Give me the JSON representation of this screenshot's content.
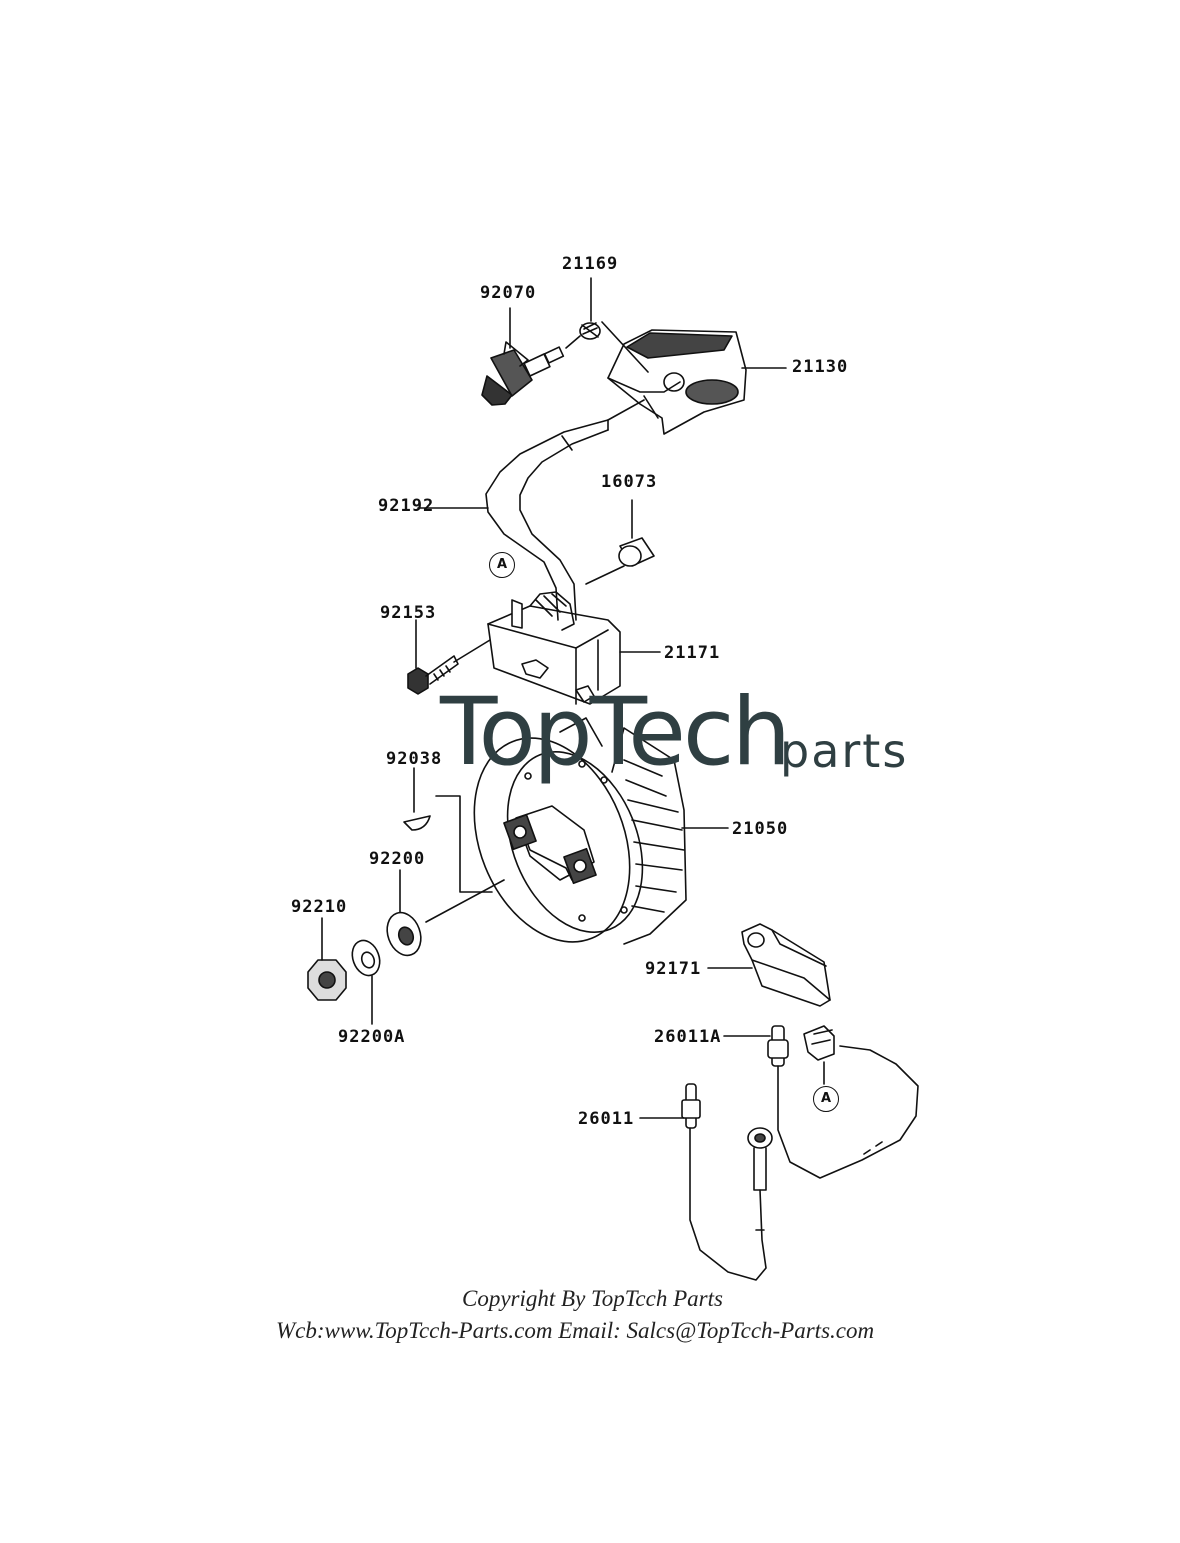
{
  "parts": {
    "p21169": "21169",
    "p92070": "92070",
    "p21130": "21130",
    "p16073": "16073",
    "p92192": "92192",
    "p92153": "92153",
    "p21171": "21171",
    "p92038": "92038",
    "p21050": "21050",
    "p92200": "92200",
    "p92210": "92210",
    "p92200A": "92200A",
    "p92171": "92171",
    "p26011A": "26011A",
    "p26011": "26011"
  },
  "callouts": {
    "a_upper": "A",
    "a_lower": "A"
  },
  "watermark": {
    "main": "TopTech",
    "sub": "parts"
  },
  "footer": {
    "copyright": "Copyright By TopTcch Parts",
    "contact": "Wcb:www.TopTcch-Parts.com  Email: Salcs@TopTcch-Parts.com"
  }
}
